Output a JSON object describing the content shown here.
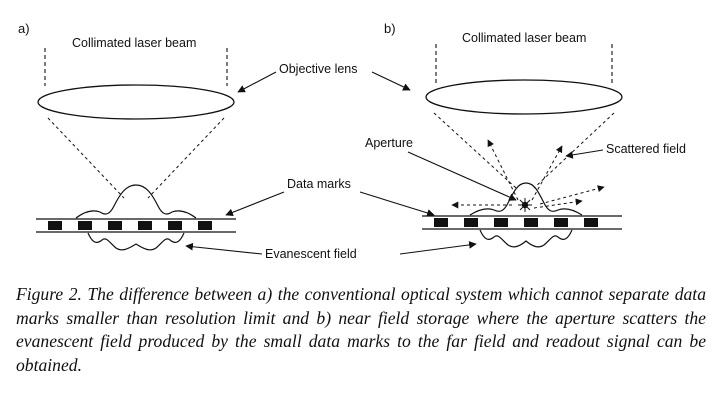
{
  "panels": {
    "a": {
      "letter": "a)",
      "beam_label": "Collimated laser beam"
    },
    "b": {
      "letter": "b)",
      "beam_label": "Collimated laser beam",
      "aperture_label": "Aperture",
      "scattered_label": "Scattered field"
    }
  },
  "shared_labels": {
    "objective_lens": "Objective lens",
    "data_marks": "Data marks",
    "evanescent_field": "Evanescent field"
  },
  "caption": "Figure 2. The difference between a) the conventional optical system which cannot separate data marks smaller than resolution limit and b) near field storage where the aperture scatters the evanescent field produced by the small data marks to the far field and readout signal can be obtained."
}
